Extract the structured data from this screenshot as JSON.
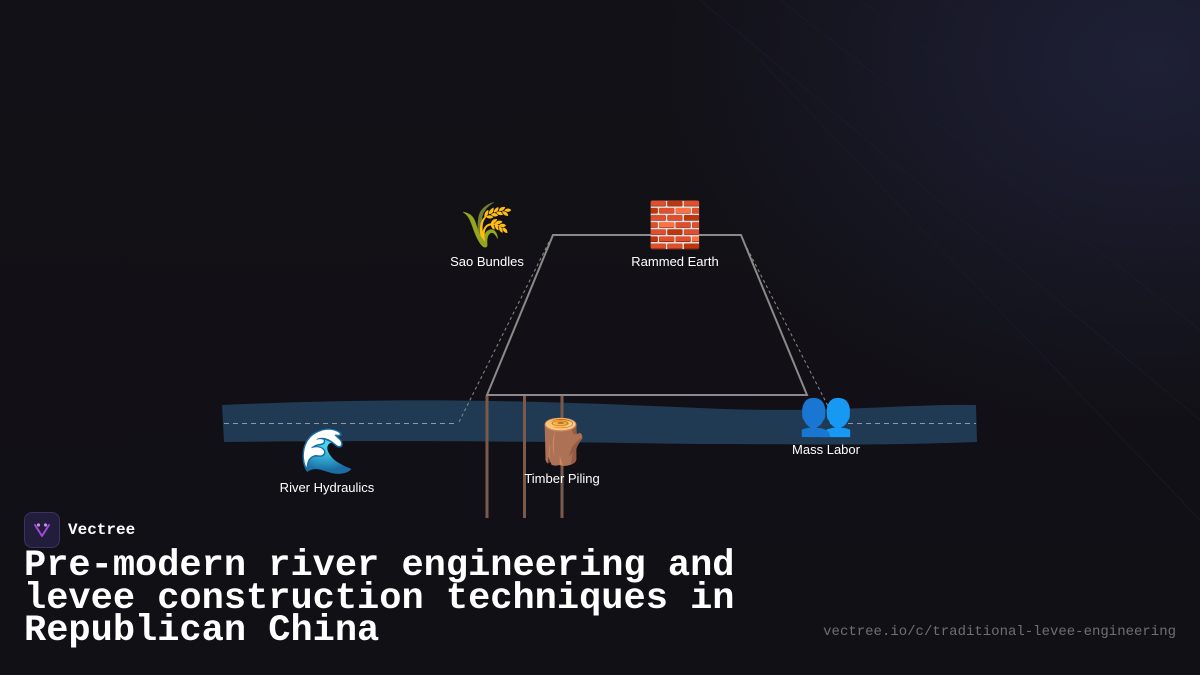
{
  "brand": {
    "name": "Vectree",
    "logo_icon": "vectree-logo-icon"
  },
  "title": "Pre-modern river engineering and levee construction techniques in Republican China",
  "url": "vectree.io/c/traditional-levee-engineering",
  "nodes": [
    {
      "id": "sao-bundles",
      "label": "Sao Bundles",
      "icon": "🌾",
      "icon_name": "wheat-sheaf-icon"
    },
    {
      "id": "rammed-earth",
      "label": "Rammed Earth",
      "icon": "🧱",
      "icon_name": "brick-wall-icon"
    },
    {
      "id": "river-hydraulics",
      "label": "River Hydraulics",
      "icon": "🌊",
      "icon_name": "water-wave-icon"
    },
    {
      "id": "timber-piling",
      "label": "Timber Piling",
      "icon": "🪵",
      "icon_name": "wood-log-icon"
    },
    {
      "id": "mass-labor",
      "label": "Mass Labor",
      "icon": "👥",
      "icon_name": "people-icon"
    }
  ],
  "colors": {
    "background": "#111015",
    "river": "#1f3a52",
    "levee_outline": "#8a8a8a",
    "piling": "#7a5a4a",
    "water_line": "#8a9aa8",
    "text": "#ffffff",
    "url_text": "#6e6e76",
    "logo_accent": "#a04ad8"
  }
}
